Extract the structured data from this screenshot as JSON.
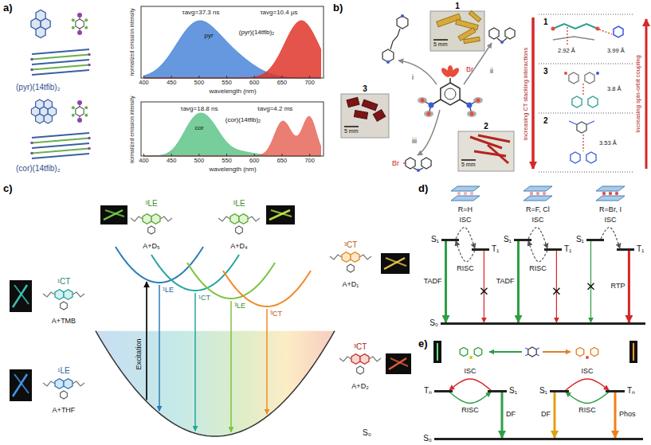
{
  "diagram": {
    "nodes": [
      {
        "text": [
          "S₁"
        ]
      },
      {
        "text": [
          "T₁"
        ]
      },
      {
        "text": [
          "S₁"
        ]
      },
      {
        "text": [
          "T₁"
        ]
      },
      {
        "text": [
          "S₁"
        ]
      },
      {
        "text": [
          "T₁"
        ]
      },
      {
        "text": [
          "S₀"
        ]
      },
      {
        "text": [
          "Tₙ"
        ]
      },
      {
        "text": [
          "S₁"
        ]
      },
      {
        "text": [
          "S₀"
        ]
      },
      {
        "text": [
          "S₁"
        ]
      },
      {
        "text": [
          "Tₙ"
        ]
      }
    ],
    "edges": [
      {
        "from": 0,
        "to": 6,
        "arrow": "to",
        "label": "TADF"
      },
      {
        "from": 0,
        "to": 1,
        "arrow": "to",
        "label": "ISC"
      },
      {
        "from": 1,
        "to": 0,
        "arrow": "to",
        "label": "RISC"
      },
      {
        "from": 1,
        "to": 6,
        "arrow": "to"
      },
      {
        "from": 2,
        "to": 6,
        "arrow": "to",
        "label": "TADF"
      },
      {
        "from": 2,
        "to": 3,
        "arrow": "to",
        "label": "ISC"
      },
      {
        "from": 3,
        "to": 2,
        "arrow": "to",
        "label": "RISC"
      },
      {
        "from": 3,
        "to": 6,
        "arrow": "to"
      },
      {
        "from": 4,
        "to": 6,
        "arrow": "to"
      },
      {
        "from": 4,
        "to": 5,
        "arrow": "to",
        "label": "ISC"
      },
      {
        "from": 5,
        "to": 6,
        "arrow": "to",
        "label": "RTP"
      },
      {
        "from": 8,
        "to": 7,
        "arrow": "to",
        "label": "ISC"
      },
      {
        "from": 7,
        "to": 8,
        "arrow": "to",
        "label": "RISC"
      },
      {
        "from": 8,
        "to": 9,
        "arrow": "to",
        "label": "DF"
      },
      {
        "from": 10,
        "to": 11,
        "arrow": "to",
        "label": "ISC"
      },
      {
        "from": 11,
        "to": 10,
        "arrow": "to",
        "label": "RISC"
      },
      {
        "from": 10,
        "to": 9,
        "arrow": "to",
        "label": "DF"
      },
      {
        "from": 11,
        "to": 9,
        "arrow": "to",
        "label": "Phos"
      }
    ],
    "labels": [
      "a)",
      "(pyr)(14tfib)₂",
      "(cor)(14tfib)₂",
      "τavg=37.3 ns",
      "τavg=10.4 μs",
      "pyr",
      "(pyr)(14tfib)₂",
      "normalized emission intensity",
      "wavelength (nm)",
      "400",
      "450",
      "500",
      "550",
      "600",
      "650",
      "700",
      "τavg=18.8 ns",
      "τavg=4.2 ms",
      "cor",
      "(cor)(14tfib)₂",
      "normalized emission intensity",
      "wavelength (nm)",
      "400",
      "450",
      "500",
      "550",
      "600",
      "650",
      "700",
      "b)",
      "1",
      "5 mm",
      "2",
      "5 mm",
      "3",
      "5 mm",
      "i",
      "ii",
      "iii",
      "Br",
      "Br",
      "1",
      "2.92 Å",
      "3.99 Å",
      "3",
      "3.8 Å",
      "2",
      "3.53 Å",
      "Increasing CT stacking interactions",
      "Increasing spin-orbit coupling",
      "c)",
      "¹CT",
      "A+TMB",
      "³LE",
      "A+D₅",
      "³LE",
      "A+D₄",
      "³CT",
      "A+D₁",
      "¹LE",
      "A+THF",
      "³CT",
      "A+D₂",
      "¹LE",
      "¹CT",
      "³LE",
      "³CT",
      "Excitation",
      "S₀",
      "d)",
      "R=H",
      "R=F, Cl",
      "R=Br, I",
      "e)"
    ]
  }
}
